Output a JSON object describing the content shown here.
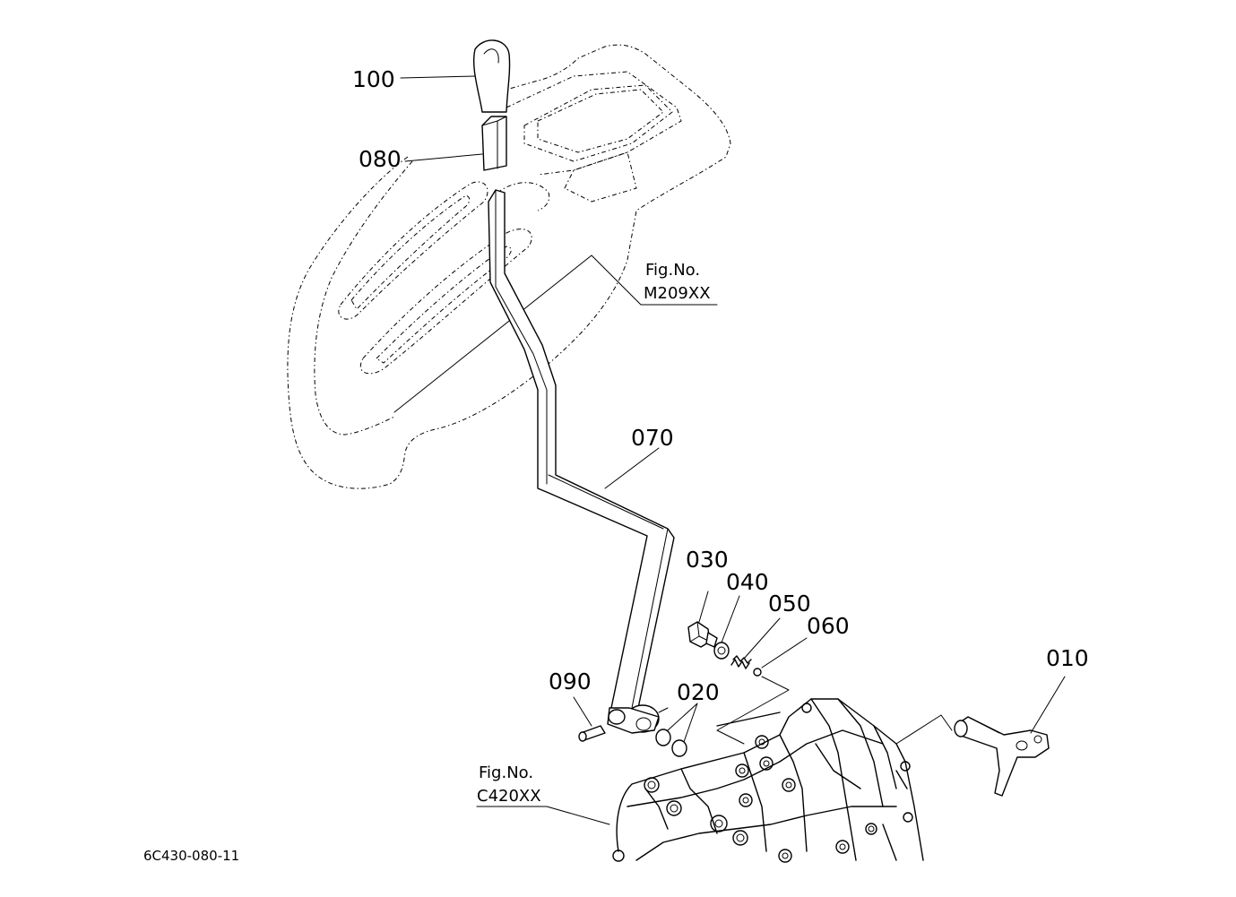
{
  "labels": {
    "p100": "100",
    "p080": "080",
    "p070": "070",
    "p030": "030",
    "p040": "040",
    "p050": "050",
    "p060": "060",
    "p010": "010",
    "p090": "090",
    "p020": "020"
  },
  "refs": {
    "upper_title": "Fig.No.",
    "upper_code": "M209XX",
    "lower_title": "Fig.No.",
    "lower_code": "C420XX"
  },
  "diagram_code": "6C430-080-11"
}
